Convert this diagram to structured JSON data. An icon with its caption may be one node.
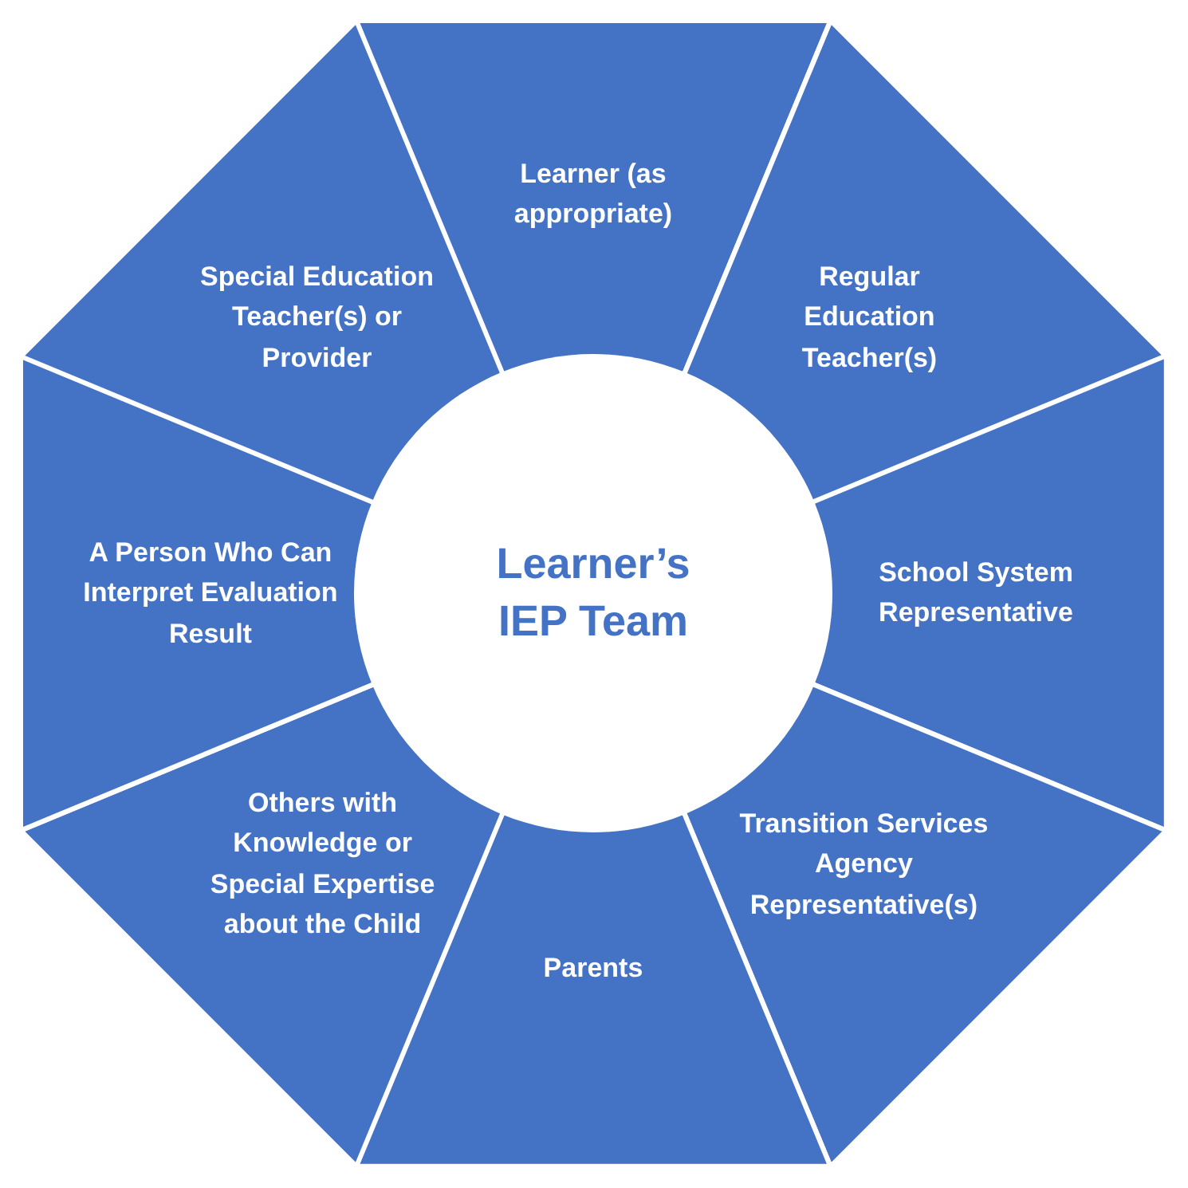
{
  "diagram": {
    "nodes": [
      {
        "text": [
          "Learner’s IEP Team"
        ]
      },
      {
        "text": [
          "Learner (as appropriate)"
        ]
      },
      {
        "text": [
          "Regular Education Teacher(s)"
        ]
      },
      {
        "text": [
          "School System Representative"
        ]
      },
      {
        "text": [
          "Transition Services Agency Representative(s)"
        ]
      },
      {
        "text": [
          "Parents"
        ]
      },
      {
        "text": [
          "Others with Knowledge or Special Expertise about the Child"
        ]
      },
      {
        "text": [
          "A Person Who Can Interpret Evaluation Result"
        ]
      },
      {
        "text": [
          "Special Education Teacher(s) or Provider"
        ]
      }
    ],
    "edges": []
  }
}
